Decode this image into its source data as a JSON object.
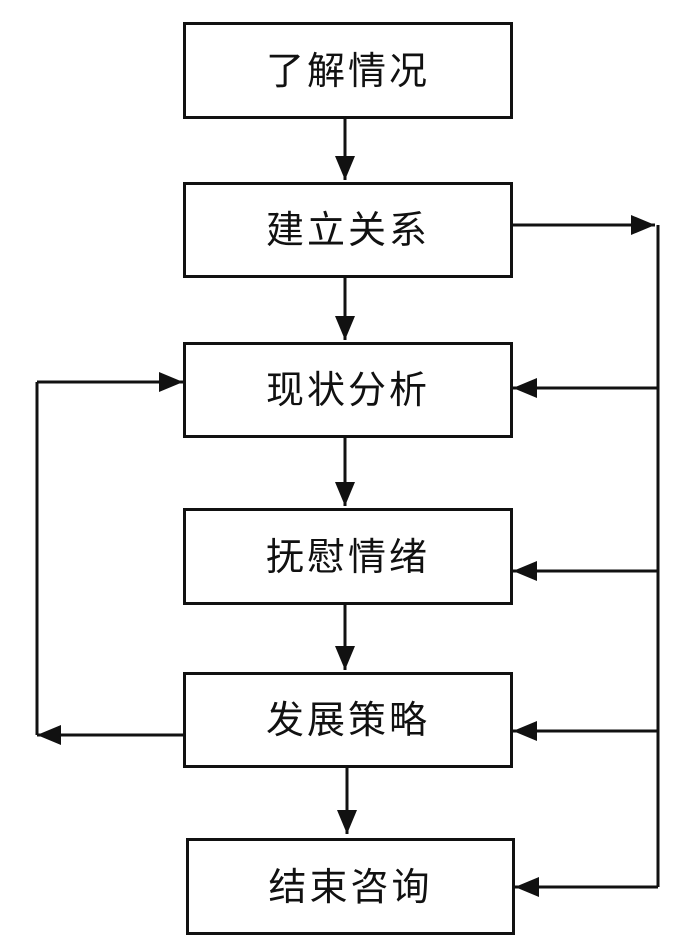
{
  "flowchart": {
    "steps": [
      {
        "id": "understand",
        "label": "了解情况"
      },
      {
        "id": "rapport",
        "label": "建立关系"
      },
      {
        "id": "analysis",
        "label": "现状分析"
      },
      {
        "id": "soothe",
        "label": "抚慰情绪"
      },
      {
        "id": "strategy",
        "label": "发展策略"
      },
      {
        "id": "end",
        "label": "结束咨询"
      }
    ],
    "colors": {
      "line": "#111111",
      "box_fill": "#ffffff",
      "text": "#111111"
    }
  }
}
